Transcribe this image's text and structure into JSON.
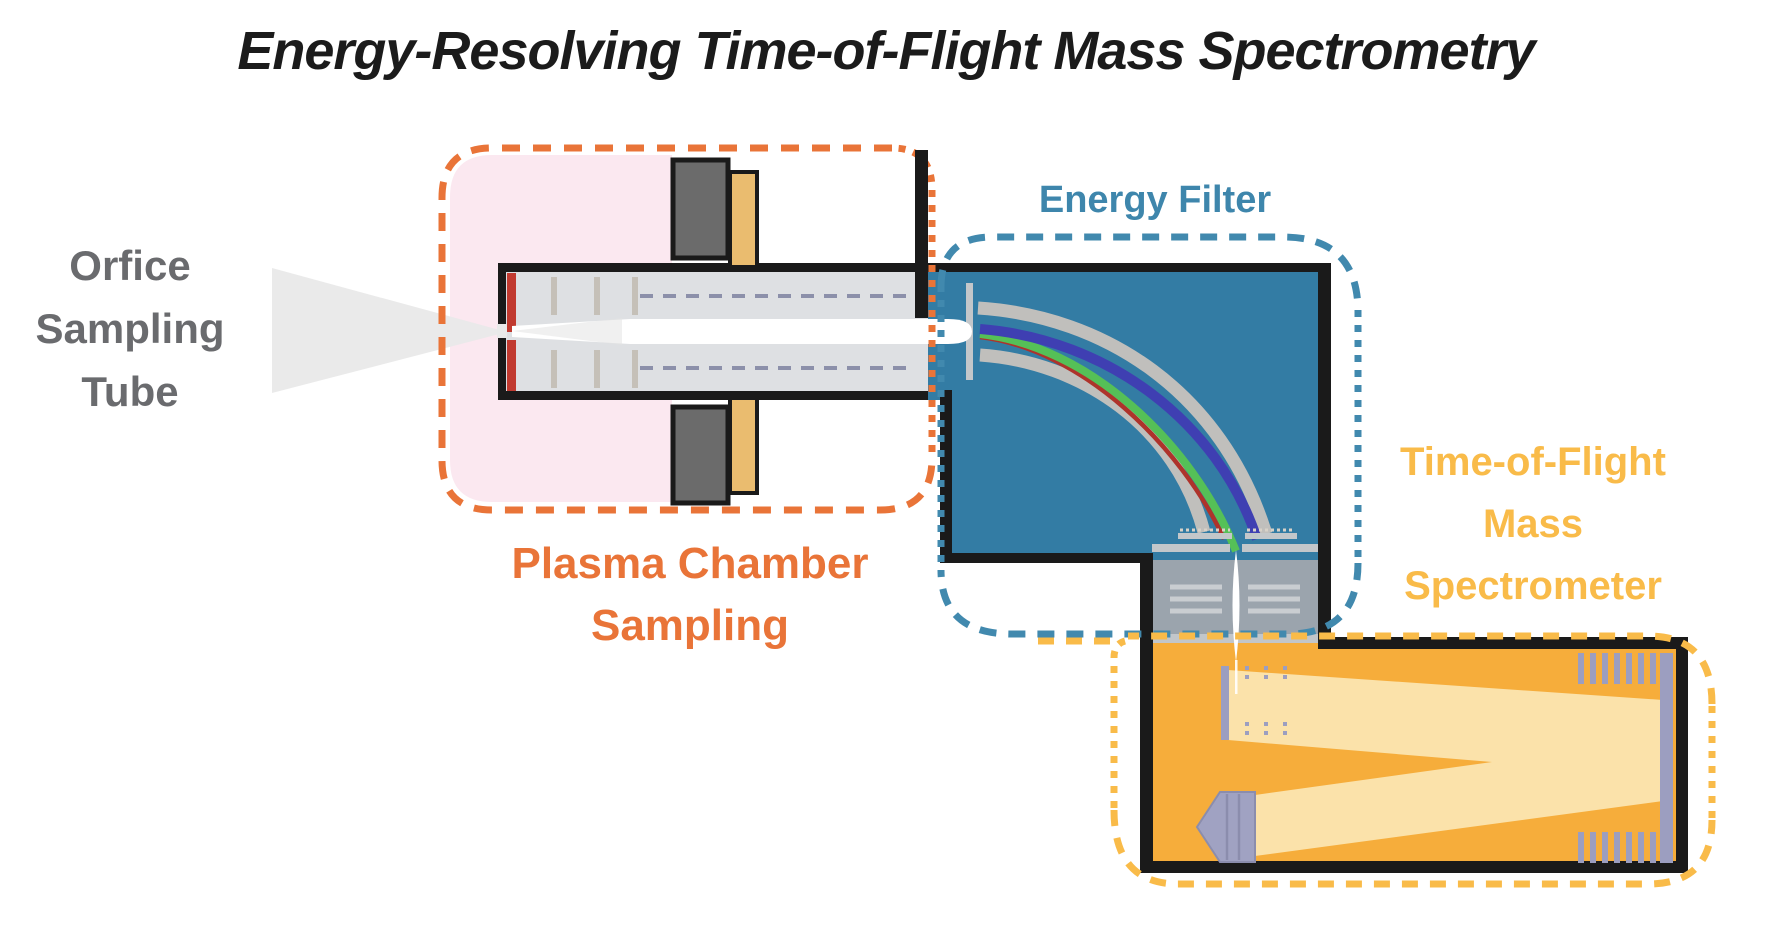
{
  "title": "Energy-Resolving Time-of-Flight Mass Spectrometry",
  "labels": {
    "orifice_tube": {
      "lines": [
        "Orfice",
        "Sampling",
        "Tube"
      ],
      "color": "#6a6b6e"
    },
    "plasma_chamber": {
      "lines": [
        "Plasma Chamber",
        "Sampling"
      ],
      "color": "#e97438"
    },
    "energy_filter": {
      "text": "Energy Filter",
      "color": "#3e86ac"
    },
    "tof": {
      "lines": [
        "Time-of-Flight",
        "Mass",
        "Spectrometer"
      ],
      "color": "#f9bb49"
    }
  },
  "palette": {
    "plasma_outline": "#e97438",
    "plasma_fill": "#fbe8f0",
    "tube_interior": "#dee0e3",
    "tube_outline": "#1a1a1a",
    "orifice_beam": "#e9e9e9",
    "red_electrode": "#c13a30",
    "energy_filter_fill": "#337ca4",
    "energy_filter_outline": "#3e86ac",
    "electrode_gray": "#c0bfbc",
    "beam_blue": "#3f3fb2",
    "beam_green": "#55c057",
    "beam_red": "#ae332b",
    "ion_optics_block": "#9ba4ad",
    "tof_fill": "#f6ad3b",
    "tof_outline": "#f9bb49",
    "tof_beam": "#fbe2aa",
    "tof_hardware": "#9c9ec0"
  }
}
